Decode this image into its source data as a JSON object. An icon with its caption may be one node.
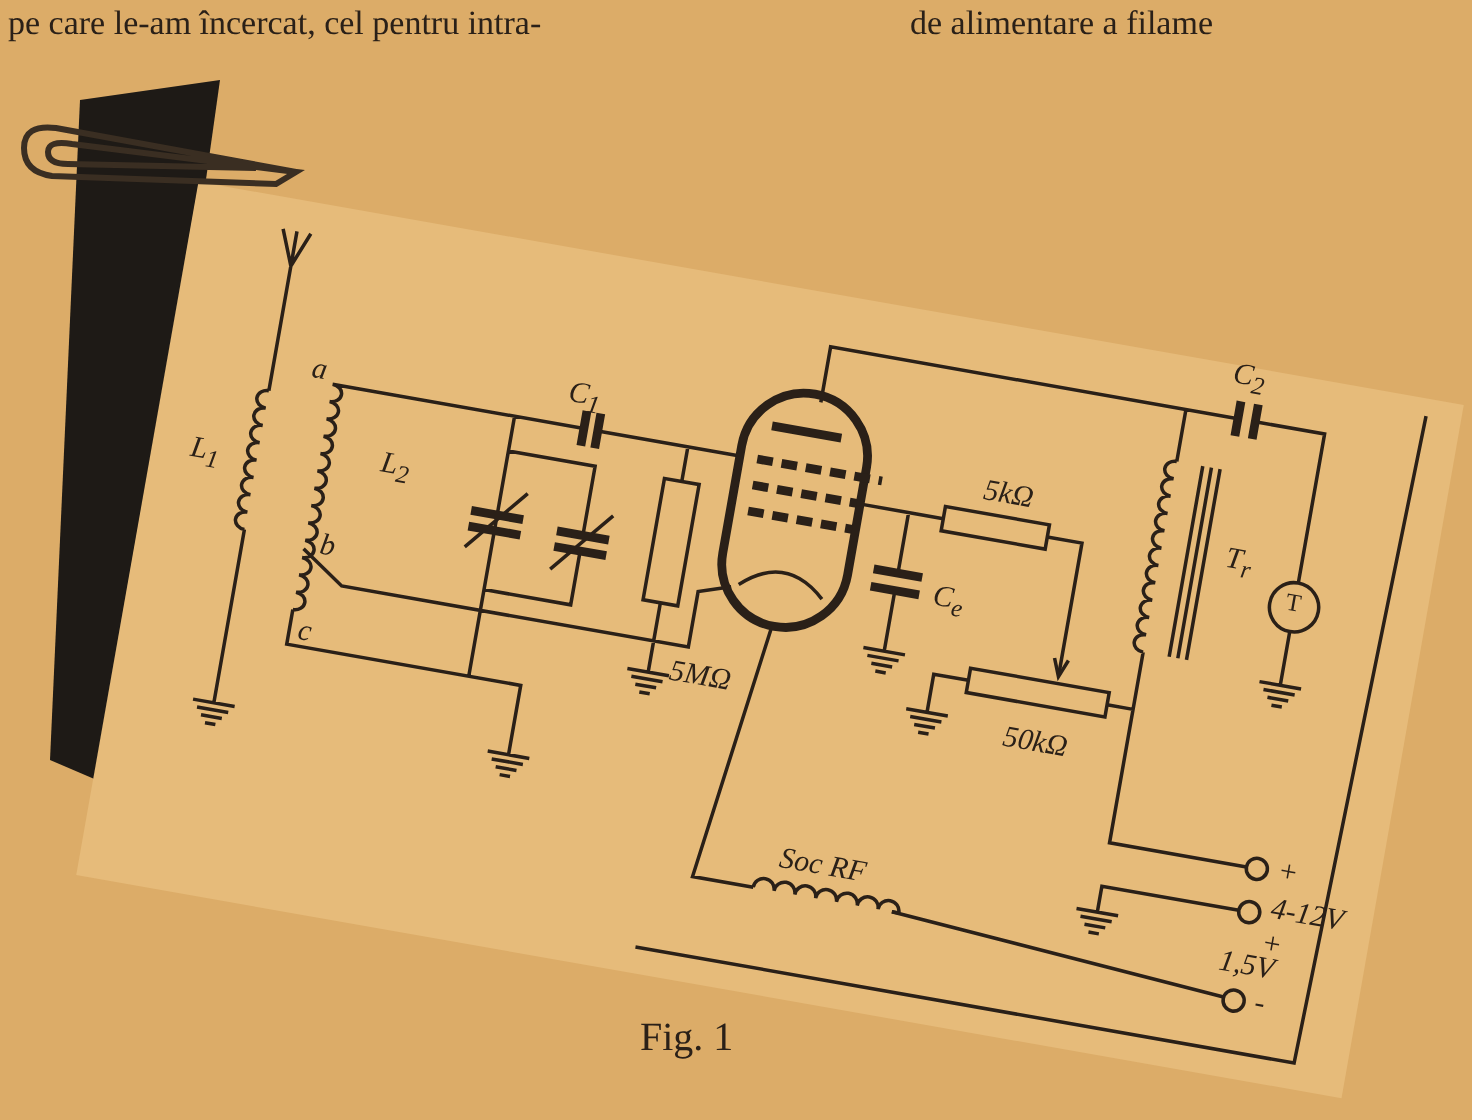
{
  "diagram": {
    "caption": "Fig. 1",
    "labels": [
      "pe care le-am încercat, cel pentru intra-",
      "de alimentare a filame",
      "a",
      "C$_{1}$",
      "C$_{2}$",
      "L$_{1}$",
      "L$_{2}$",
      "T",
      "T$_{r}$",
      "5kΩ",
      "b",
      "c",
      "5MΩ",
      "C$_{e}$",
      "50kΩ",
      "+",
      "4-12V",
      "+",
      "Soc RF",
      "1,5V",
      "-"
    ]
  }
}
